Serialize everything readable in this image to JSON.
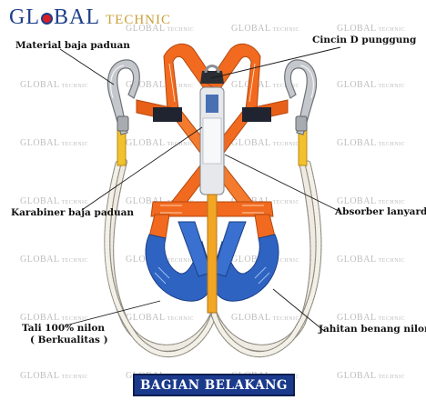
{
  "logo": {
    "brand": "GL",
    "brand_rest": "BAL",
    "technic": "TECHNIC"
  },
  "watermark": {
    "brand": "GLOBAL",
    "technic": "TECHNIC"
  },
  "labels": {
    "material": "Material baja paduan",
    "cincin": "Cincin D punggung",
    "karabiner": "Karabiner baja paduan",
    "absorber": "Absorber lanyard",
    "tali_line1": "Tali 100% nilon",
    "tali_line2": "( Berkualitas )",
    "jahitan": "Jahitan benang nilon"
  },
  "banner": "BAGIAN BELAKANG",
  "colors": {
    "webbing_orange": "#f26a1f",
    "webbing_blue": "#2f63c2",
    "banner": "#1b3a8c",
    "rope": "#e8e4da",
    "hook": "#b9bcc0"
  }
}
